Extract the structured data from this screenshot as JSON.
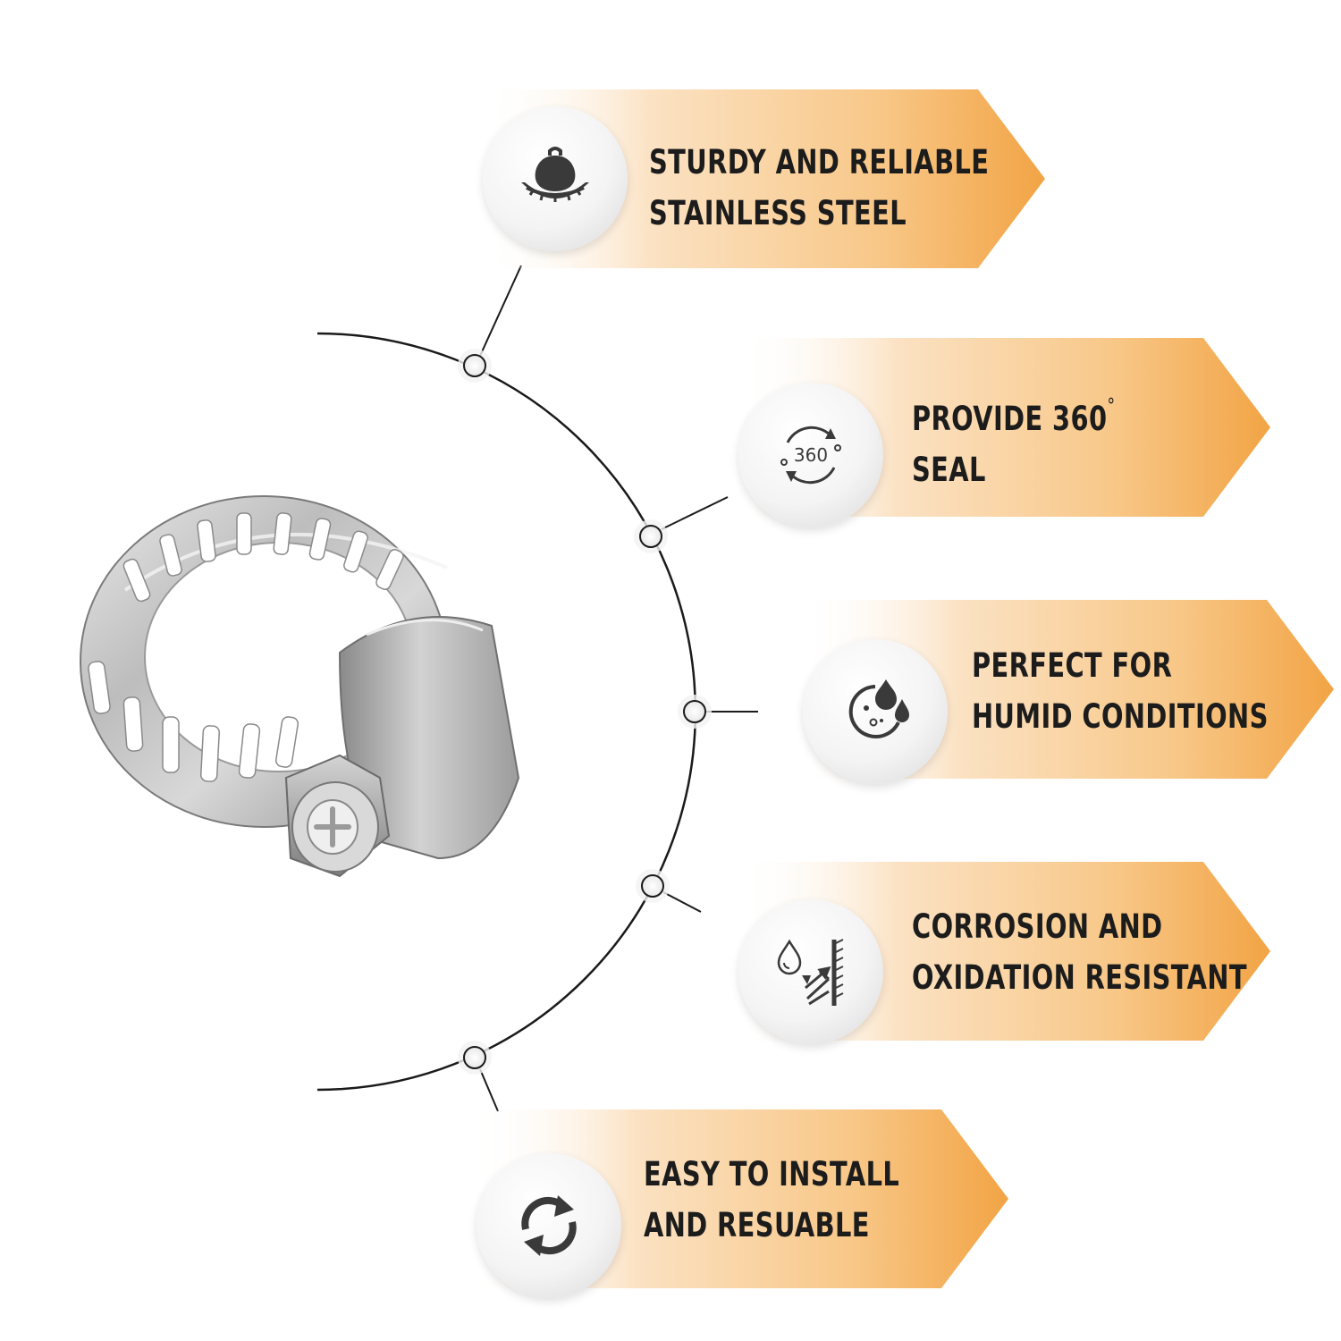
{
  "features": [
    {
      "line1": "STURDY AND RELIABLE",
      "line2": "STAINLESS STEEL",
      "icon": "kettlebell-icon"
    },
    {
      "line1": "PROVIDE 360",
      "line1_suffix": "°",
      "line2": "SEAL",
      "icon": "rotate-360-icon",
      "icon_text": "360"
    },
    {
      "line1": "PERFECT FOR",
      "line2": "HUMID CONDITIONS",
      "icon": "humidity-drops-icon"
    },
    {
      "line1": "CORROSION AND",
      "line2": "OXIDATION RESISTANT",
      "icon": "drop-shield-icon"
    },
    {
      "line1": "EASY TO INSTALL",
      "line2": "AND RESUABLE",
      "icon": "reuse-arrows-icon"
    }
  ],
  "colors": {
    "banner_start": "#ffffff",
    "banner_mid": "#fbe2c3",
    "banner_end": "#f2a445",
    "text": "#1c1c1c",
    "icon": "#3a3a3a",
    "arc": "#1a1a1a"
  }
}
